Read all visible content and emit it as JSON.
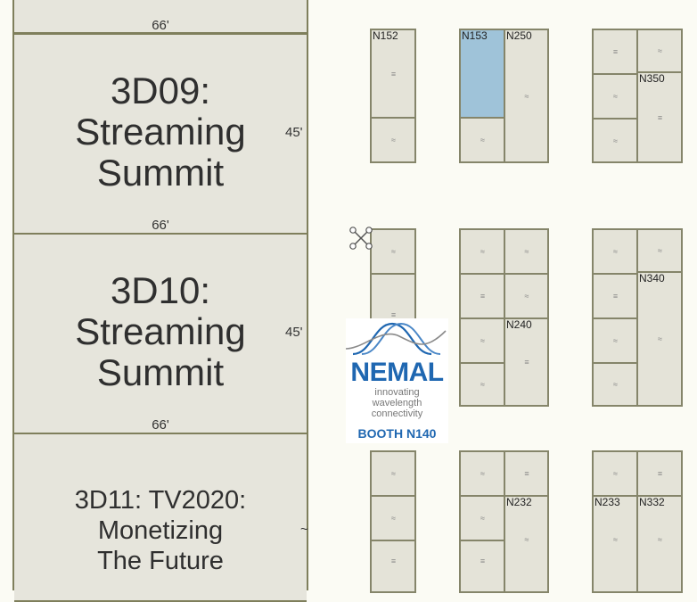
{
  "rooms": [
    {
      "id": "3D09",
      "label": "3D09:\nStreaming\nSummit"
    },
    {
      "id": "3D10",
      "label": "3D10:\nStreaming\nSummit"
    },
    {
      "id": "3D11",
      "label": "3D11: TV2020:\nMonetizing\nThe Future"
    }
  ],
  "dimensions": {
    "width_top": "66'",
    "width_mid1": "66'",
    "width_mid2": "66'",
    "depth_1": "45'",
    "depth_2": "45'",
    "depth_3": "~"
  },
  "booths": {
    "n152": "N152",
    "n153": "N153",
    "n250": "N250",
    "n350": "N350",
    "n240": "N240",
    "n340": "N340",
    "n232": "N232",
    "n233": "N233",
    "n332": "N332"
  },
  "ad": {
    "brand": "NEMAL",
    "tagline": "innovating\nwavelength\nconnectivity",
    "booth": "BOOTH N140"
  },
  "colors": {
    "room_fill": "#e6e5dc",
    "booth_fill": "#e4e3d8",
    "booth_border": "#85856a",
    "selected_booth": "#9fc3d9",
    "brand_blue": "#1f67b1"
  }
}
